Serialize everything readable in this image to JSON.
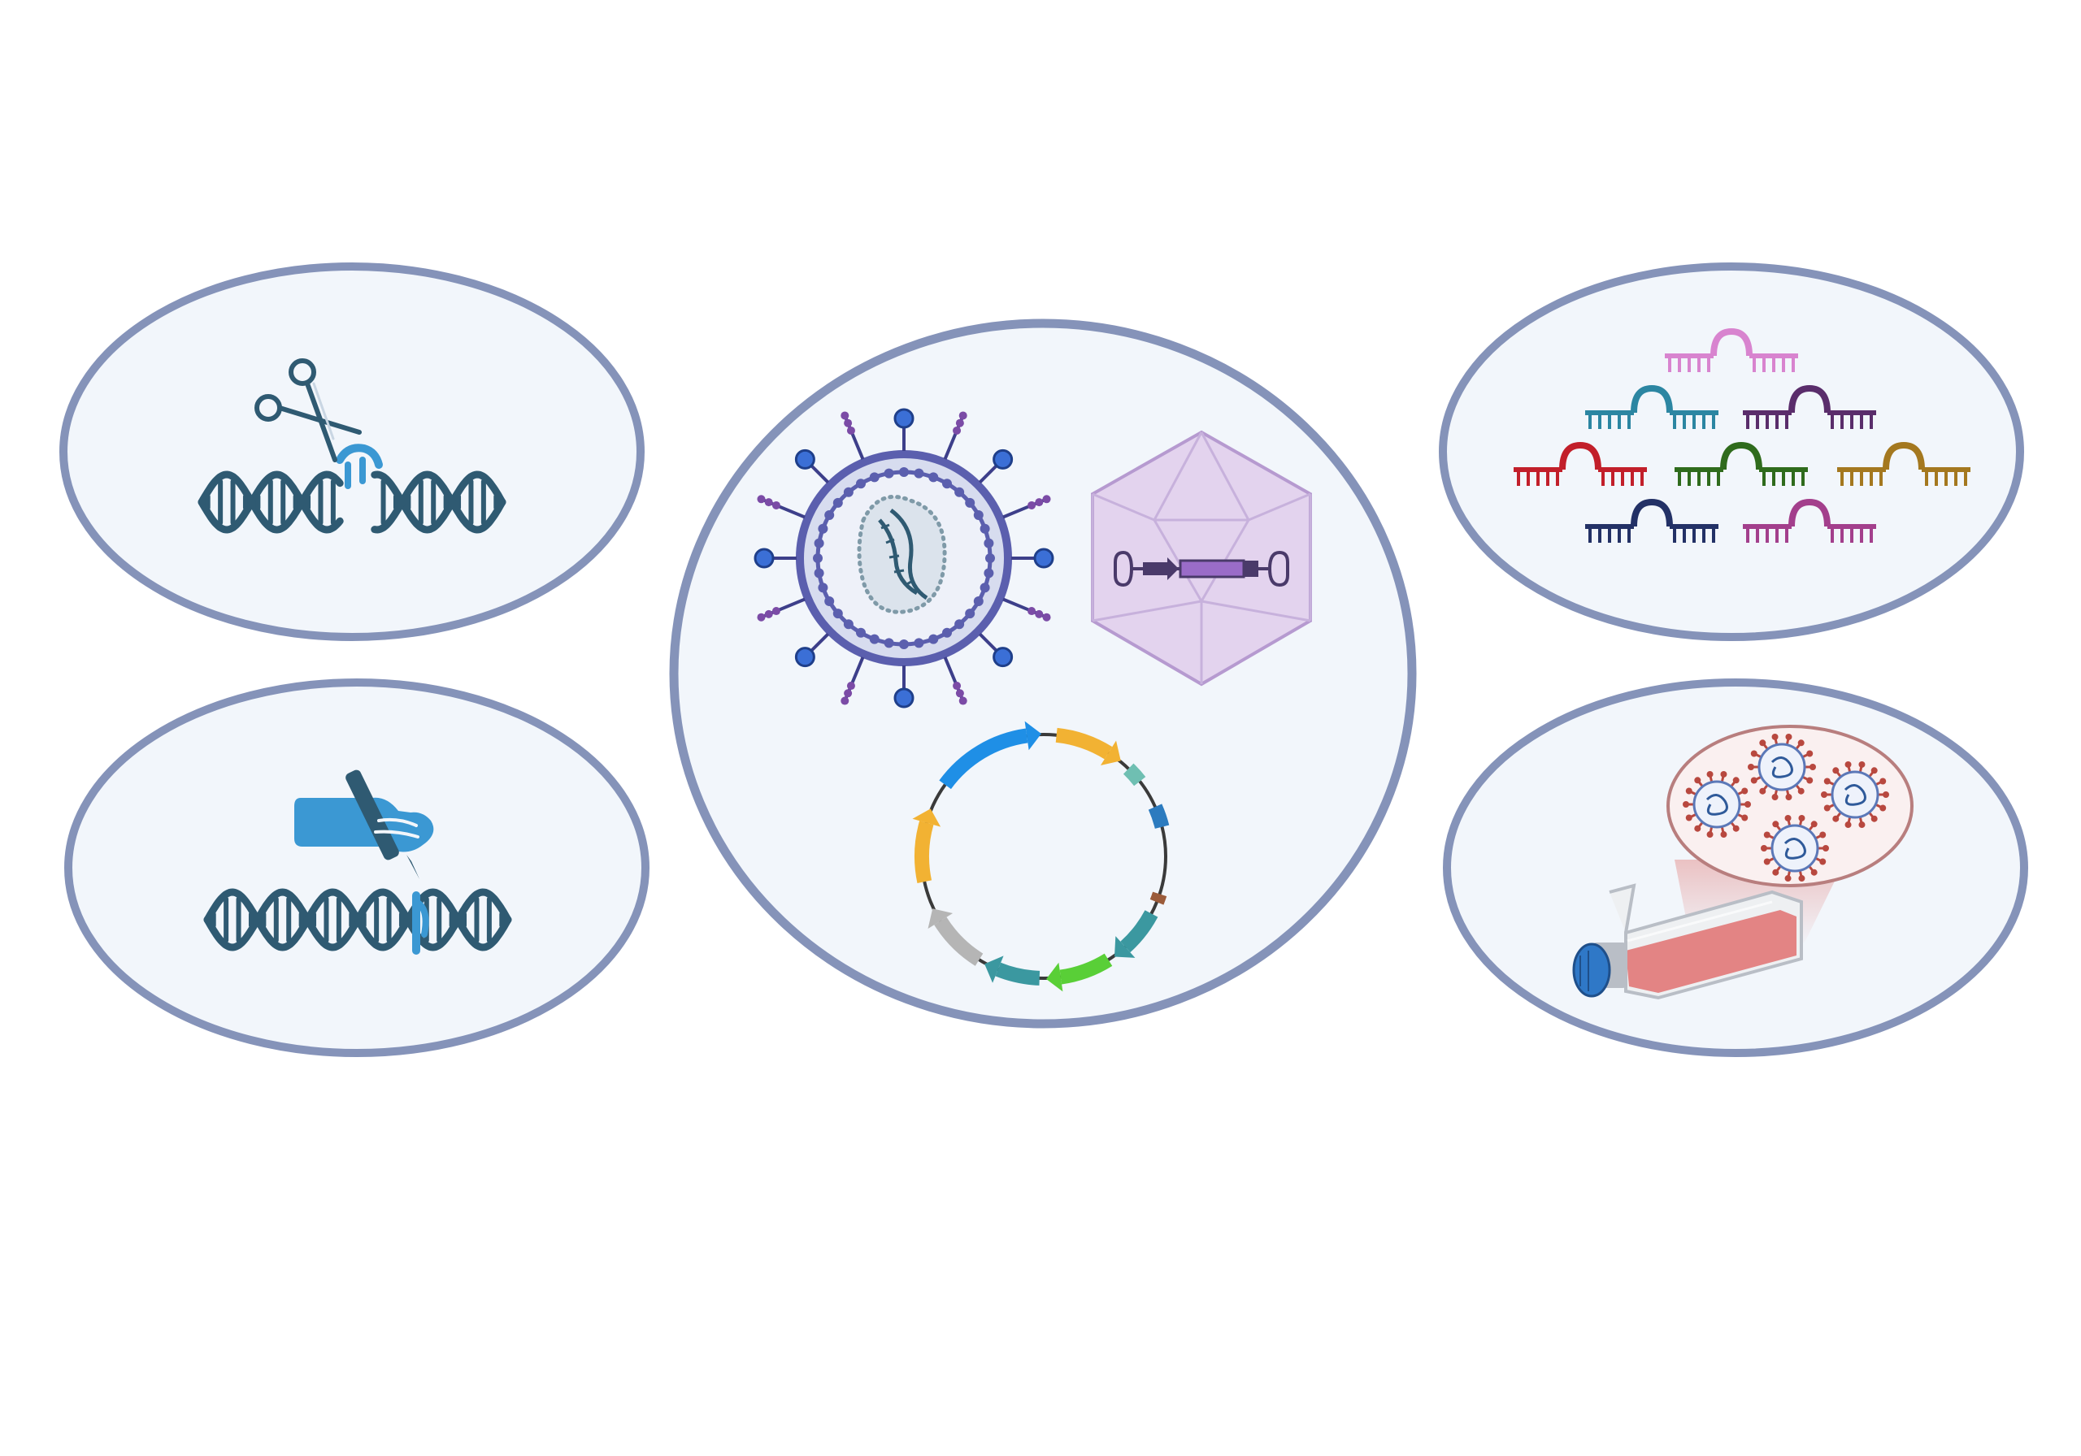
{
  "diagram": {
    "panels": [
      {
        "id": "crispr-cut",
        "icon": "scissors-dna-icon"
      },
      {
        "id": "gene-edit",
        "icon": "hand-pen-dna-icon"
      },
      {
        "id": "delivery-vectors",
        "icon": "virus-aav-plasmid-icon"
      },
      {
        "id": "guide-rna-library",
        "icon": "guide-rna-icon"
      },
      {
        "id": "virus-culture",
        "icon": "culture-flask-virus-icon"
      }
    ],
    "colors": {
      "ellipse_fill": "#f2f6fb",
      "ellipse_stroke": "#8593b9",
      "dna": "#2f5a72",
      "accent_blue": "#3b98d3",
      "virus_purple": "#5b5fae",
      "capsid_purple": "#b69ad0",
      "flask_red": "#e27b7b"
    },
    "guide_rna_colors": [
      "#d884cf",
      "#2c86a2",
      "#5a2d6b",
      "#c21f2a",
      "#2f6b1c",
      "#a4781f",
      "#233166",
      "#a33f8c"
    ],
    "plasmid_segment_colors": [
      "#f2b233",
      "#6fbfb2",
      "#2c7bbf",
      "#9b5b3a",
      "#3b98a0",
      "#59cf37",
      "#3b98a0",
      "#b5b5b5",
      "#f2b233",
      "#1f8fe6"
    ]
  }
}
